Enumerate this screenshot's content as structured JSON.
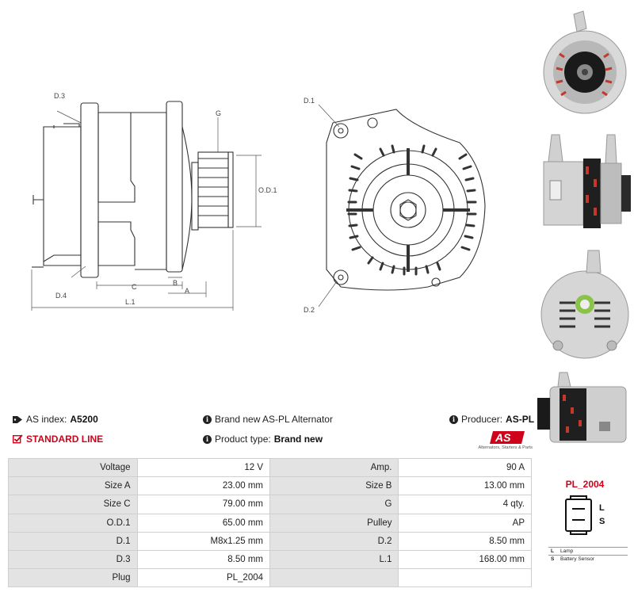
{
  "drawing": {
    "labels": {
      "d3": "D.3",
      "d4": "D.4",
      "g": "G",
      "od1": "O.D.1",
      "b": "B",
      "c": "C",
      "a": "A",
      "l1": "L.1",
      "d1": "D.1",
      "d2": "D.2"
    }
  },
  "info": {
    "as_index_label": "AS index:",
    "as_index_value": "A5200",
    "standard_line": "STANDARD LINE",
    "description": "Brand new AS-PL Alternator",
    "product_type_label": "Product type:",
    "product_type_value": "Brand new",
    "producer_label": "Producer:",
    "producer_value": "AS-PL"
  },
  "logo": {
    "text": "AS",
    "tagline": "Alternators, Starters & Parts"
  },
  "specs": [
    {
      "k1": "Voltage",
      "v1": "12 V",
      "k2": "Amp.",
      "v2": "90 A"
    },
    {
      "k1": "Size A",
      "v1": "23.00 mm",
      "k2": "Size B",
      "v2": "13.00 mm"
    },
    {
      "k1": "Size C",
      "v1": "79.00 mm",
      "k2": "G",
      "v2": "4 qty."
    },
    {
      "k1": "O.D.1",
      "v1": "65.00 mm",
      "k2": "Pulley",
      "v2": "AP"
    },
    {
      "k1": "D.1",
      "v1": "M8x1.25 mm",
      "k2": "D.2",
      "v2": "8.50 mm"
    },
    {
      "k1": "D.3",
      "v1": "8.50 mm",
      "k2": "L.1",
      "v2": "168.00 mm"
    },
    {
      "k1": "Plug",
      "v1": "PL_2004",
      "k2": "",
      "v2": ""
    }
  ],
  "plug": {
    "code": "PL_2004",
    "pins": [
      "L",
      "S"
    ],
    "legend": [
      {
        "key": "L",
        "desc": "Lamp"
      },
      {
        "key": "S",
        "desc": "Battery Sensor"
      }
    ]
  },
  "colors": {
    "accent_red": "#d0021b",
    "table_key_bg": "#e3e3e3",
    "table_border": "#cfcfcf"
  },
  "icons": [
    "tag-icon",
    "checkbox-icon",
    "info-icon"
  ]
}
